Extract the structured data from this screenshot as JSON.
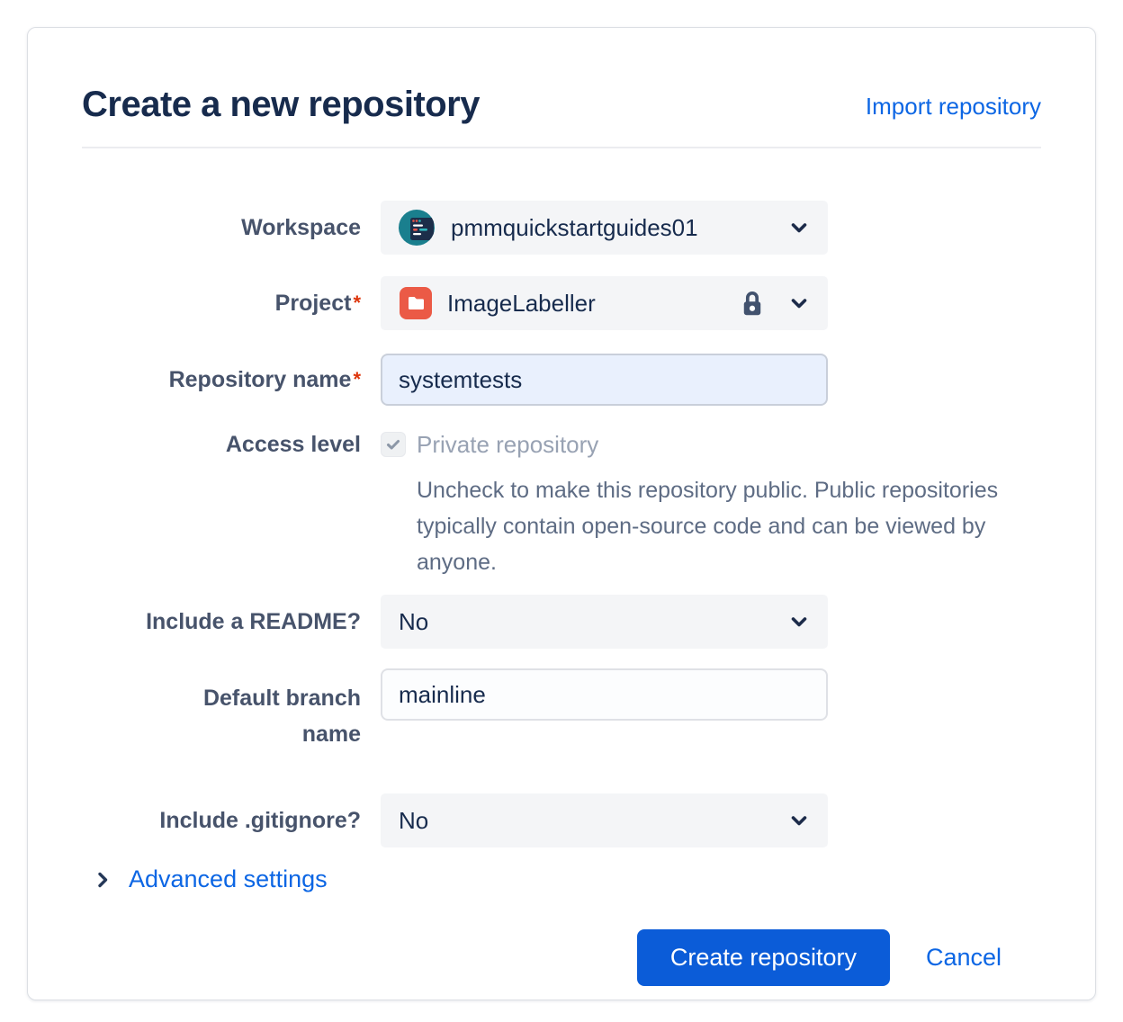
{
  "header": {
    "title": "Create a new repository",
    "import_link": "Import repository"
  },
  "form": {
    "workspace": {
      "label": "Workspace",
      "value": "pmmquickstartguides01"
    },
    "project": {
      "label": "Project",
      "required_mark": "*",
      "value": "ImageLabeller"
    },
    "repository_name": {
      "label": "Repository name",
      "required_mark": "*",
      "value": "systemtests"
    },
    "access_level": {
      "label": "Access level",
      "checkbox_label": "Private repository",
      "checkbox_checked": true,
      "help_text": "Uncheck to make this repository public. Public repositories typically contain open-source code and can be viewed by anyone."
    },
    "include_readme": {
      "label": "Include a README?",
      "value": "No"
    },
    "default_branch": {
      "label": "Default branch name",
      "value": "mainline"
    },
    "include_gitignore": {
      "label": "Include .gitignore?",
      "value": "No"
    },
    "advanced_settings": {
      "label": "Advanced settings"
    }
  },
  "footer": {
    "create_label": "Create repository",
    "cancel_label": "Cancel"
  },
  "icons": {
    "workspace_avatar": "workspace-avatar-icon",
    "project_folder": "project-folder-icon",
    "lock": "lock-icon",
    "chevron_down": "chevron-down-icon",
    "chevron_right": "chevron-right-icon",
    "checkmark": "checkmark-icon"
  },
  "colors": {
    "title_text": "#172B4D",
    "label_text": "#47536B",
    "help_text": "#5E6C84",
    "disabled_text": "#98A2B3",
    "link_blue": "#0C66E4",
    "button_blue": "#0B5CD8",
    "required_red": "#DE350B",
    "field_bg_gray": "#F4F5F7",
    "autofill_bg": "#E9F0FD",
    "avatar_teal": "#1A7F8E",
    "project_icon_red": "#EB5A46",
    "lock_slate": "#42526E",
    "card_border": "#DCDFE4"
  }
}
